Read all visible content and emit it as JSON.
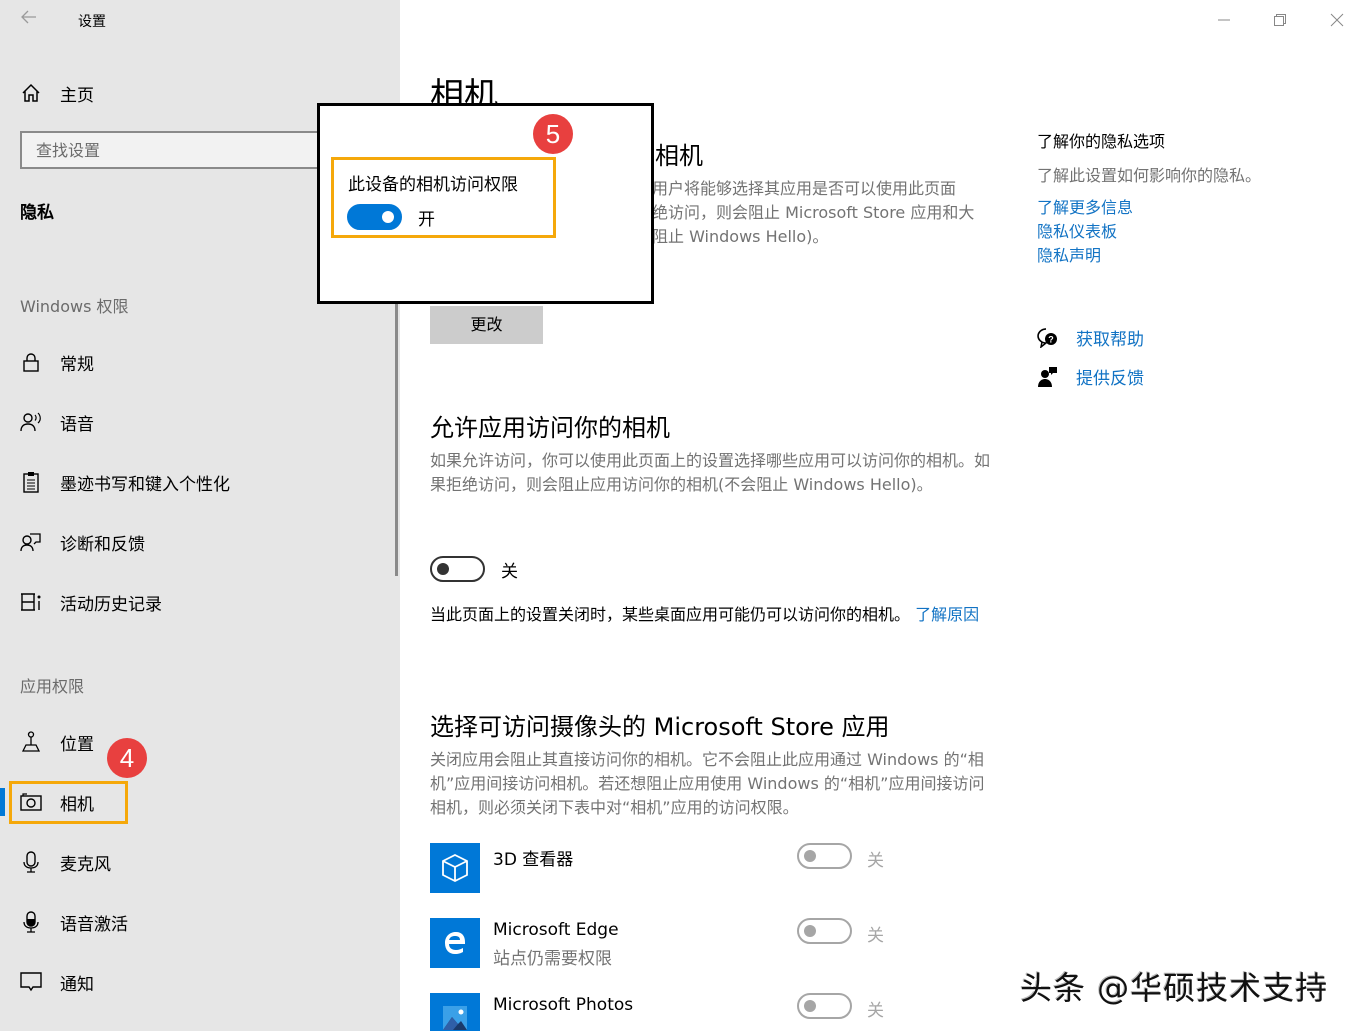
{
  "window": {
    "title": "设置",
    "back_icon": "back-arrow-icon",
    "controls": {
      "minimize": "minimize-icon",
      "restore": "restore-icon",
      "close": "close-icon"
    }
  },
  "sidebar": {
    "home": {
      "label": "主页",
      "icon": "home-icon"
    },
    "search": {
      "placeholder": "查找设置",
      "value": ""
    },
    "section_title": "隐私",
    "groups": [
      {
        "label": "Windows 权限",
        "items": [
          {
            "label": "常规",
            "icon": "lock-icon"
          },
          {
            "label": "语音",
            "icon": "speech-icon"
          },
          {
            "label": "墨迹书写和键入个性化",
            "icon": "clipboard-icon"
          },
          {
            "label": "诊断和反馈",
            "icon": "diagnostics-feedback-icon"
          },
          {
            "label": "活动历史记录",
            "icon": "activity-history-icon"
          }
        ]
      },
      {
        "label": "应用权限",
        "items": [
          {
            "label": "位置",
            "icon": "location-icon"
          },
          {
            "label": "相机",
            "icon": "camera-icon",
            "active": true
          },
          {
            "label": "麦克风",
            "icon": "microphone-icon"
          },
          {
            "label": "语音激活",
            "icon": "voice-activation-icon"
          },
          {
            "label": "通知",
            "icon": "notification-icon"
          }
        ]
      }
    ]
  },
  "annotations": {
    "badge_4": "4",
    "badge_5": "5",
    "highlight_color": "#f5a80a",
    "badge_color": "#e8403f"
  },
  "main": {
    "page_title": "相机",
    "device_access": {
      "heading_visible": "相机",
      "desc_line1": "用户将能够选择其应用是否可以使用此页面",
      "desc_line2": "绝访问，则会阻止 Microsoft Store 应用和大",
      "desc_line3": "阻止 Windows Hello)。",
      "change_button": "更改"
    },
    "allow_apps": {
      "heading": "允许应用访问你的相机",
      "desc": "如果允许访问，你可以使用此页面上的设置选择哪些应用可以访问你的相机。如果拒绝访问，则会阻止应用访问你的相机(不会阻止 Windows Hello)。",
      "toggle_state": "关",
      "note": "当此页面上的设置关闭时，某些桌面应用可能仍可以访问你的相机。",
      "note_link": "了解原因"
    },
    "store_apps": {
      "heading": "选择可访问摄像头的 Microsoft Store 应用",
      "desc": "关闭应用会阻止其直接访问你的相机。它不会阻止此应用通过 Windows 的“相机”应用间接访问相机。若还想阻止应用使用 Windows 的“相机”应用间接访问相机，则必须关闭下表中对“相机”应用的访问权限。",
      "apps": [
        {
          "name": "3D 查看器",
          "sub": "",
          "state": "关",
          "icon": "3d-viewer-icon"
        },
        {
          "name": "Microsoft Edge",
          "sub": "站点仍需要权限",
          "state": "关",
          "icon": "edge-icon"
        },
        {
          "name": "Microsoft Photos",
          "sub": "",
          "state": "关",
          "icon": "photos-icon"
        }
      ]
    }
  },
  "right_panel": {
    "title": "了解你的隐私选项",
    "desc": "了解此设置如何影响你的隐私。",
    "links": [
      "了解更多信息",
      "隐私仪表板",
      "隐私声明"
    ],
    "help": {
      "label": "获取帮助",
      "icon": "help-chat-icon"
    },
    "feedback": {
      "label": "提供反馈",
      "icon": "feedback-icon"
    }
  },
  "popup": {
    "label": "此设备的相机访问权限",
    "toggle_state": "开"
  },
  "watermark": "头条 @华硕技术支持",
  "colors": {
    "accent": "#0078d7",
    "link": "#1273c4",
    "sidebar_bg": "#e6e6e6",
    "secondary_text": "#737373"
  }
}
